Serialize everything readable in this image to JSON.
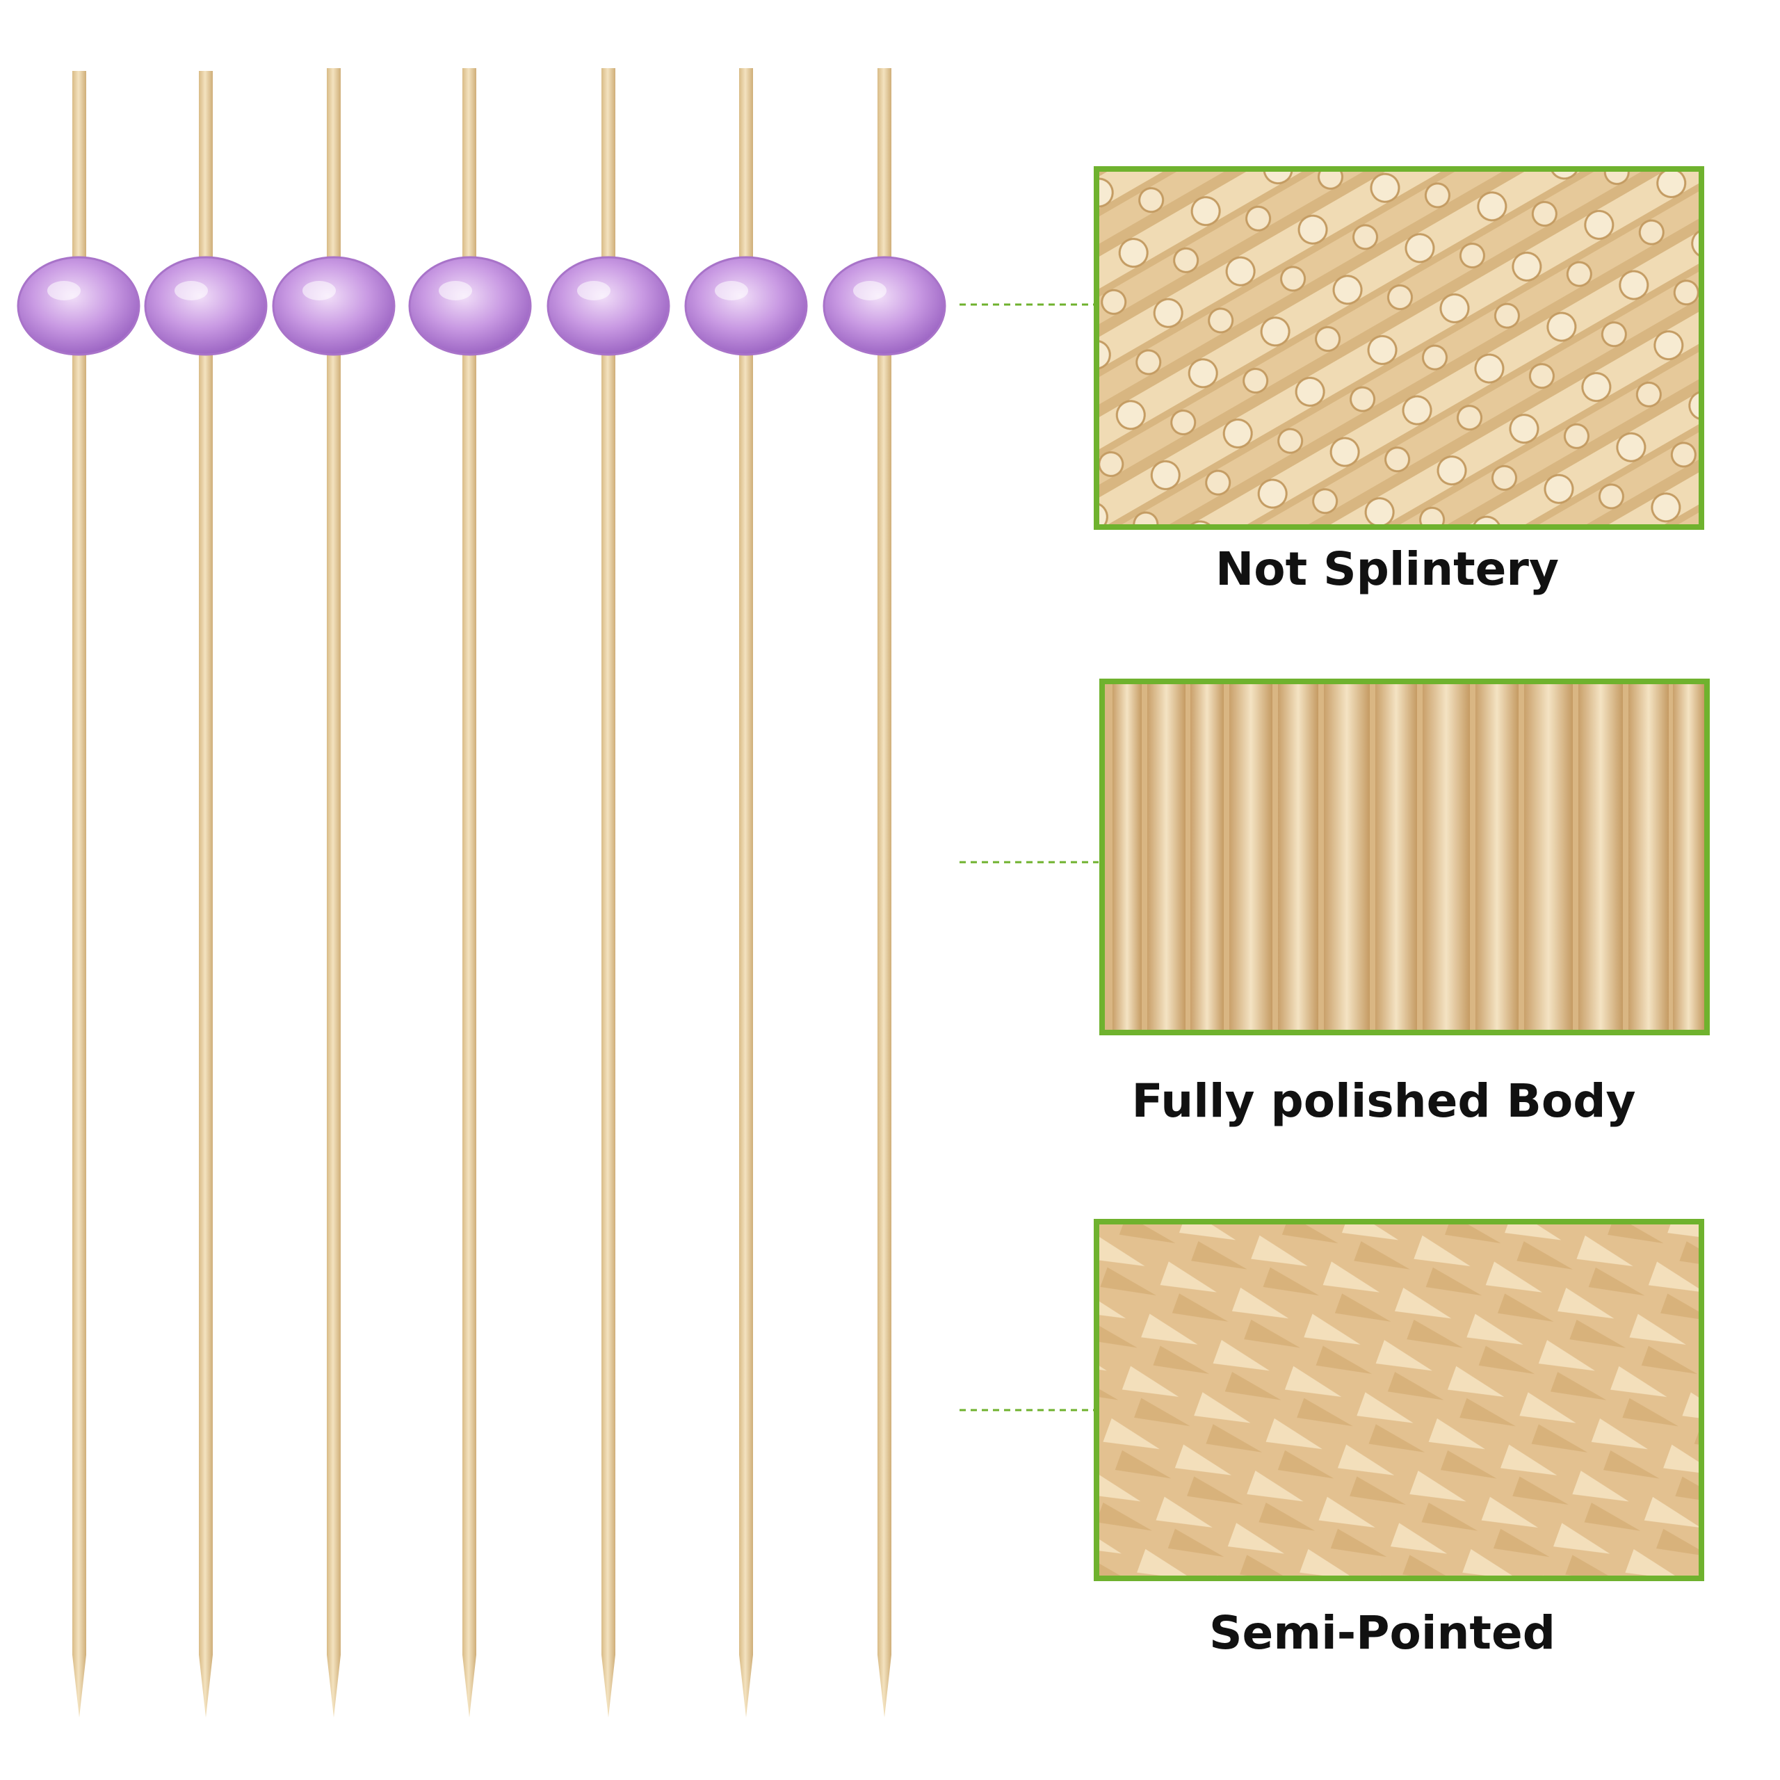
{
  "product": {
    "skewer_count": 7,
    "bead_color": "#c79be0",
    "bamboo_color": "#e8d2a8",
    "accent_color": "#6fb22e"
  },
  "features": [
    {
      "caption": "Not Splintery",
      "photo": "bamboo-ends-icon"
    },
    {
      "caption": "Fully polished Body",
      "photo": "bamboo-sticks-icon"
    },
    {
      "caption": "Semi-Pointed",
      "photo": "bamboo-tips-icon"
    }
  ]
}
